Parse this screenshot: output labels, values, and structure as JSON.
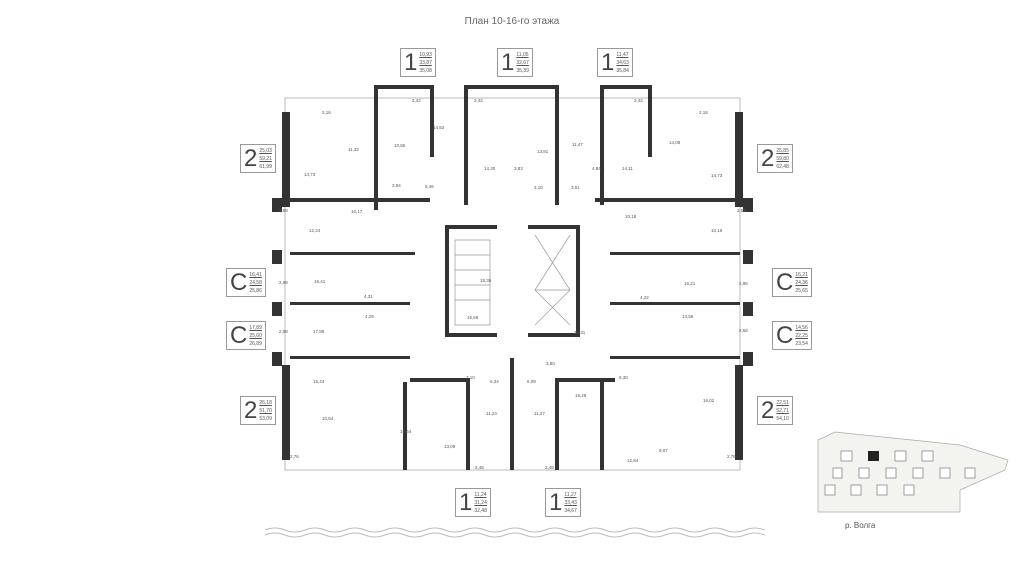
{
  "title": "План 10-16-го этажа",
  "apartments": [
    {
      "type": "1",
      "areas": [
        "10,93",
        "33,87",
        "35,08"
      ]
    },
    {
      "type": "1",
      "areas": [
        "11,05",
        "32,67",
        "35,39"
      ]
    },
    {
      "type": "1",
      "areas": [
        "11,47",
        "34,63",
        "35,84"
      ]
    },
    {
      "type": "2",
      "areas": [
        "25,03",
        "59,21",
        "61,99"
      ]
    },
    {
      "type": "C",
      "areas": [
        "16,41",
        "24,58",
        "25,86"
      ]
    },
    {
      "type": "C",
      "areas": [
        "17,89",
        "25,60",
        "26,89"
      ]
    },
    {
      "type": "2",
      "areas": [
        "26,18",
        "51,70",
        "53,09"
      ]
    },
    {
      "type": "2",
      "areas": [
        "25,85",
        "59,80",
        "62,48"
      ]
    },
    {
      "type": "C",
      "areas": [
        "16,21",
        "24,36",
        "25,65"
      ]
    },
    {
      "type": "C",
      "areas": [
        "14,56",
        "22,25",
        "23,54"
      ]
    },
    {
      "type": "2",
      "areas": [
        "22,51",
        "52,71",
        "54,10"
      ]
    },
    {
      "type": "1",
      "areas": [
        "11,24",
        "31,24",
        "32,48"
      ]
    },
    {
      "type": "1",
      "areas": [
        "11,27",
        "33,43",
        "34,67"
      ]
    }
  ],
  "rooms": [
    "2,18",
    "14,73",
    "11,32",
    "10,55",
    "14,52",
    "3,94",
    "5,46",
    "10,17",
    "2,42",
    "2,42",
    "14,30",
    "13,81",
    "3,83",
    "3,10",
    "3,01",
    "11,47",
    "4,84",
    "14,11",
    "2,42",
    "14,08",
    "2,18",
    "14,73",
    "10,18",
    "10,16",
    "2,58",
    "2,58",
    "12,24",
    "16,41",
    "4,31",
    "2,98",
    "17,89",
    "2,58",
    "4,29",
    "15,36",
    "16,69",
    "16,21",
    "4,22",
    "2,98",
    "14,56",
    "2,58",
    "35,31",
    "15,44",
    "10,54",
    "15,64",
    "13,09",
    "11,24",
    "11,27",
    "15,29",
    "12,84",
    "9,07",
    "16,02",
    "2,76",
    "2,76",
    "2,48",
    "2,48",
    "6,34",
    "6,09",
    "3,10",
    "3,80",
    "6,30"
  ],
  "minimap": {
    "river_label": "р. Волга"
  }
}
